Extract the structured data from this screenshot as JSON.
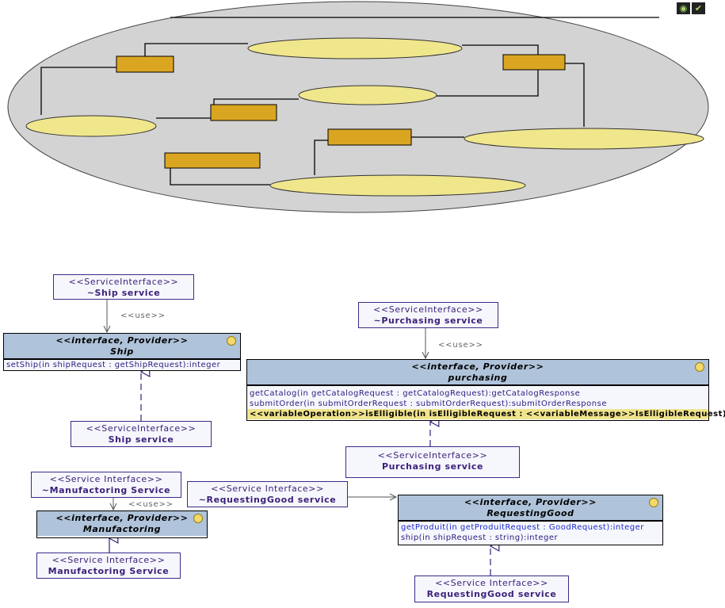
{
  "status_icons": [
    "capture-icon",
    "validate-check-icon"
  ],
  "colors": {
    "region": "#d3d3d3",
    "ellipse": "#f0e68c",
    "rect": "#daa520",
    "header": "#afc3da",
    "highlight": "#f0e48c"
  },
  "use_label": "<<use>>",
  "ship": {
    "required": {
      "stereotype": "<<ServiceInterface>>",
      "name": "~Ship service"
    },
    "iface": {
      "stereotype": "<<interface, Provider>>",
      "name": "Ship",
      "ops": [
        "setShip(in shipRequest : getShipRequest):integer"
      ]
    },
    "provided": {
      "stereotype": "<<ServiceInterface>>",
      "name": "Ship service"
    }
  },
  "purchasing": {
    "required": {
      "stereotype": "<<ServiceInterface>>",
      "name": "~Purchasing service"
    },
    "iface": {
      "stereotype": "<<interface, Provider>>",
      "name": "purchasing",
      "ops": [
        "getCatalog(in getCatalogRequest : getCatalogRequest):getCatalogResponse",
        "submitOrder(in submitOrderRequest : submitOrderRequest):submitOrderResponse",
        "<<variableOperation>>isElligible(in isElligibleRequest : <<variableMessage>>IsElligibleRequest)"
      ]
    },
    "provided": {
      "stereotype": "<<ServiceInterface>>",
      "name": "Purchasing service"
    }
  },
  "manufactoring": {
    "required": {
      "stereotype": "<<Service Interface>>",
      "name": "~Manufactoring Service"
    },
    "iface": {
      "stereotype": "<<interface, Provider>>",
      "name": "Manufactoring"
    },
    "provided": {
      "stereotype": "<<Service Interface>>",
      "name": "Manufactoring Service"
    }
  },
  "requesting": {
    "required": {
      "stereotype": "<<Service Interface>>",
      "name": "~RequestingGood service"
    },
    "iface": {
      "stereotype": "<<interface, Provider>>",
      "name": "RequestingGood",
      "ops": [
        "getProduit(in getProduitRequest : GoodRequest):integer",
        "ship(in shipRequest : string):integer"
      ]
    },
    "provided": {
      "stereotype": "<<Service Interface>>",
      "name": "RequestingGood service"
    }
  }
}
